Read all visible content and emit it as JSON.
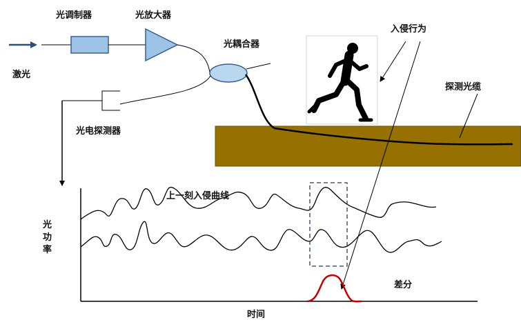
{
  "labels": {
    "laser": "激光",
    "modulator": "光调制器",
    "amplifier": "光放大器",
    "coupler": "光耦合器",
    "detector": "光电探测器",
    "intrusion": "入侵行为",
    "cable": "探测光缆",
    "prev_curve": "上一刻入侵曲线",
    "y_axis_chars": [
      "光",
      "功",
      "率"
    ],
    "x_axis": "时间",
    "diff": "差分"
  },
  "colors": {
    "arrow_blue": "#2a4d7a",
    "modulator_fill": "#9dc3e6",
    "modulator_stroke": "#3a5f8a",
    "amplifier_fill": "#9dc3e6",
    "coupler_fill": "#b9d7ef",
    "ground": "#967000",
    "diff_curve": "#c00000",
    "line": "#000000"
  },
  "icons": {
    "intruder": "running-man-icon"
  }
}
